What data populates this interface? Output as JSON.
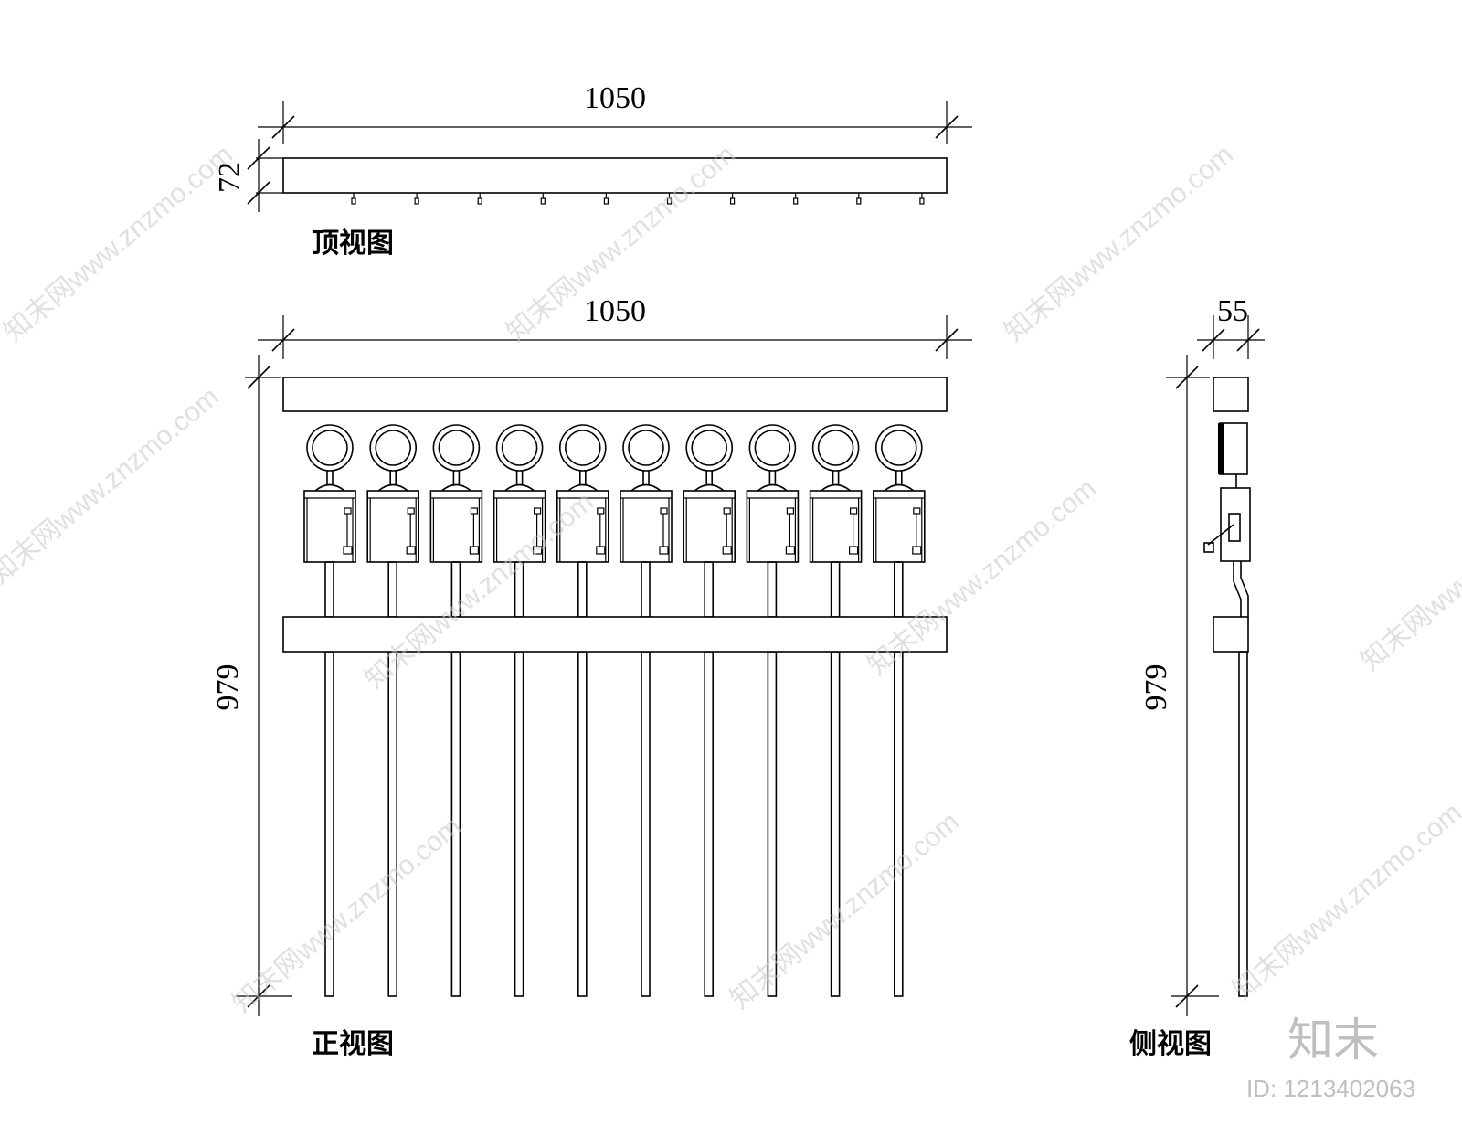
{
  "top_view": {
    "title": "顶视图",
    "width_dim": "1050",
    "depth_dim": "72",
    "hook_count": 10
  },
  "front_view": {
    "title": "正视图",
    "width_dim": "1050",
    "height_dim": "979",
    "unit_count": 10
  },
  "side_view": {
    "title": "侧视图",
    "depth_dim": "55",
    "height_dim": "979"
  },
  "watermark": {
    "text": "知末网www.znzmo.com",
    "brand": "知末",
    "id_label": "ID: 1213402063"
  }
}
